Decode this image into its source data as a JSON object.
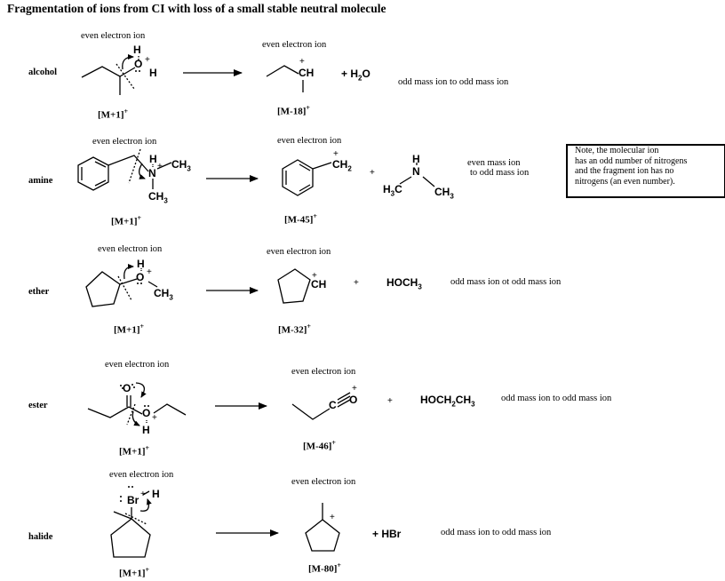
{
  "title": "Fragmentation of ions from CI with loss of a small stable neutral molecule",
  "common": {
    "even_electron_ion": "even electron ion",
    "plus": "+"
  },
  "rows": [
    {
      "label": "alcohol",
      "reactant_label": "[M+1]",
      "product_label": "[M-18]",
      "neutral": "H2O",
      "description": "odd mass ion to odd mass ion"
    },
    {
      "label": "amine",
      "reactant_label": "[M+1]",
      "product_label": "[M-45]",
      "neutral": "HN(CH3)2",
      "description_line1": "even mass ion",
      "description_line2": "to odd mass ion"
    },
    {
      "label": "ether",
      "reactant_label": "[M+1]",
      "product_label": "[M-32]",
      "neutral": "HOCH3",
      "description": "odd mass ion ot odd mass ion"
    },
    {
      "label": "ester",
      "reactant_label": "[M+1]",
      "product_label": "[M-46]",
      "neutral": "HOCH2CH3",
      "description": "odd mass ion to odd mass ion"
    },
    {
      "label": "halide",
      "reactant_label": "[M+1]",
      "product_label": "[M-80]",
      "neutral": "HBr",
      "description": "odd mass ion to odd mass ion"
    }
  ],
  "note": {
    "line1": "Note, the molecular ion",
    "line2": "has an odd number of nitrogens",
    "line3": "and the fragment ion has no",
    "line4": "nitrogens (an even number)."
  },
  "atoms": {
    "H": "H",
    "O": "O",
    "N": "N",
    "C": "C",
    "Br": "Br",
    "CH": "CH",
    "CH3": "CH",
    "CH2": "CH",
    "sub2": "2",
    "sub3": "3",
    "H3": "H",
    "charge": "+"
  }
}
